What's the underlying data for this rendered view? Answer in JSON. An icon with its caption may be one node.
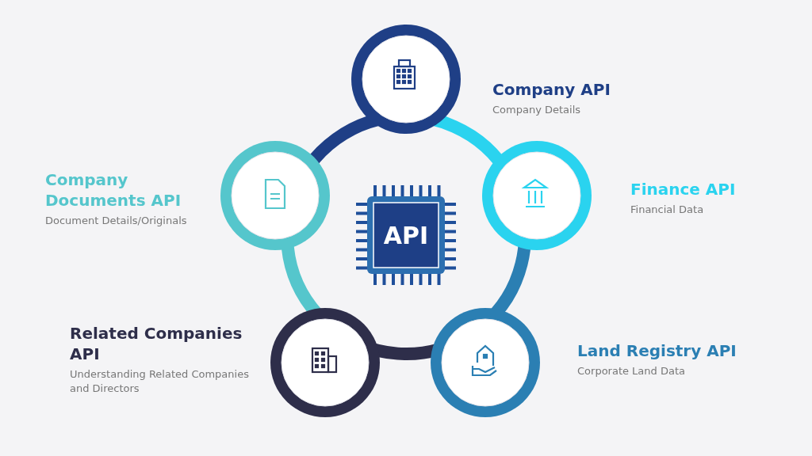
{
  "diagram": {
    "nodes": [
      {
        "text": [],
        "shape": "circle",
        "beside": [
          "Company API",
          "Company Details"
        ]
      },
      {
        "text": [],
        "shape": "circle",
        "beside": [
          "Company Documents API",
          "Document Details/Originals"
        ]
      },
      {
        "text": [
          "API"
        ]
      },
      {
        "text": [],
        "shape": "circle",
        "beside": [
          "Finance API",
          "Financial Data"
        ]
      },
      {
        "text": [],
        "shape": "circle",
        "beside": [
          "Related Companies API",
          "Understanding Related Companies and Directors"
        ]
      },
      {
        "text": [],
        "shape": "circle",
        "beside": [
          "Land Registry API",
          "Corporate Land Data"
        ]
      }
    ]
  }
}
